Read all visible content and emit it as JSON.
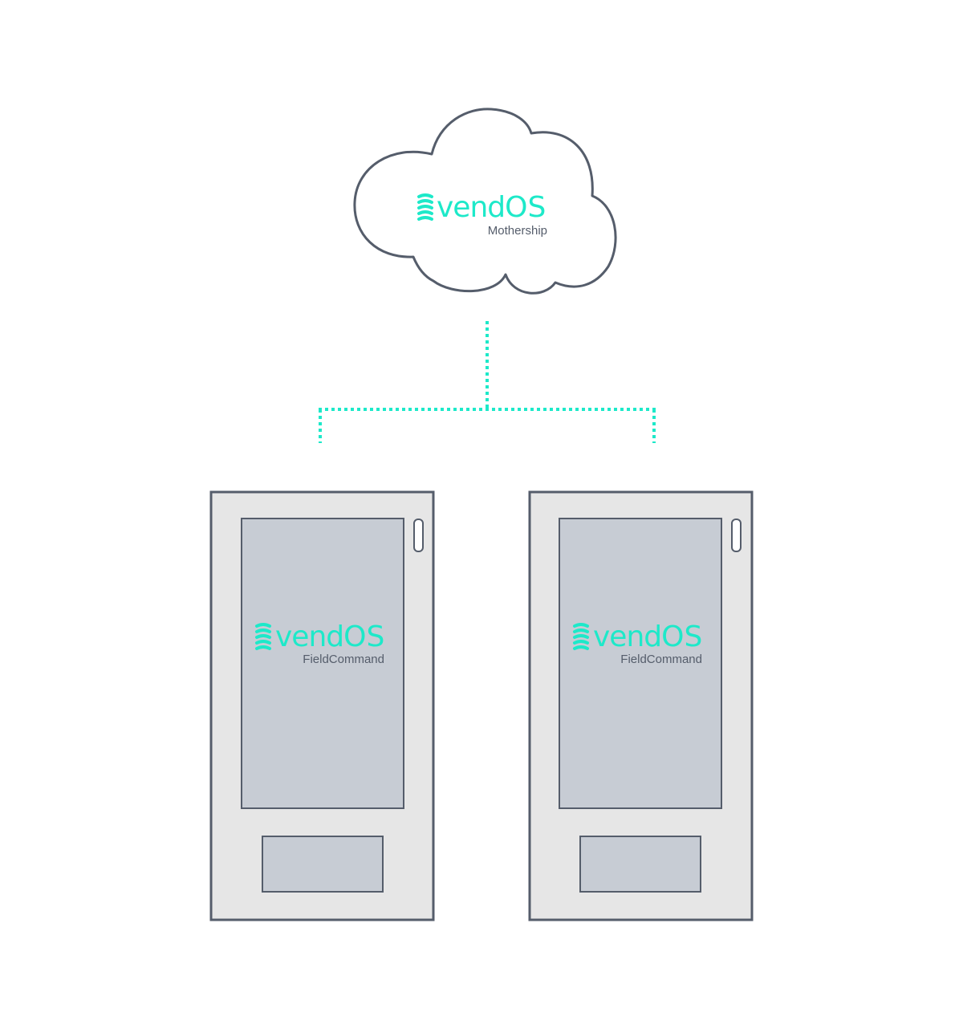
{
  "colors": {
    "accent": "#1de9c9",
    "outline": "#555d6b",
    "machine_body": "#e6e6e6",
    "screen": "#c7ccd4",
    "subtitle": "#555d6b",
    "background": "#ffffff"
  },
  "cloud": {
    "brand_prefix": "vend",
    "brand_suffix": "OS",
    "subtitle": "Mothership",
    "logo_icon": "vendos-spring-icon"
  },
  "machines": [
    {
      "brand_prefix": "vend",
      "brand_suffix": "OS",
      "subtitle": "FieldCommand",
      "logo_icon": "vendos-spring-icon"
    },
    {
      "brand_prefix": "vend",
      "brand_suffix": "OS",
      "subtitle": "FieldCommand",
      "logo_icon": "vendos-spring-icon"
    }
  ]
}
